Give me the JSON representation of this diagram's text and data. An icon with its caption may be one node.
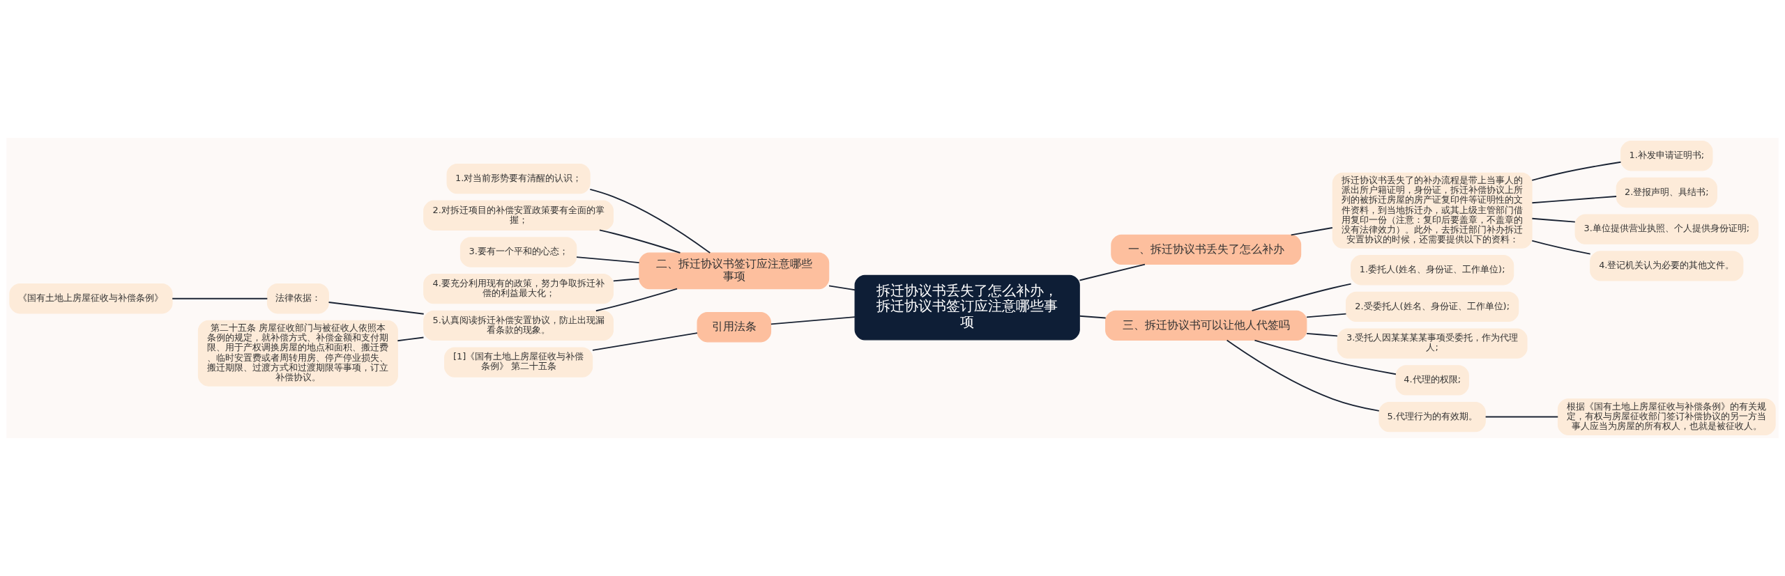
{
  "diagram": {
    "nodes": [
      {
        "text": [
          "拆迁协议书丢失了怎么补办，拆迁协议书签订应注意哪些事项"
        ]
      },
      {
        "text": [
          "一、拆迁协议书丢失了怎么补办"
        ]
      },
      {
        "text": [
          "拆迁协议书丢失了的补办流程是带上当事人的派出所户籍证明，身份证，拆迁补偿协议上所列的被拆迁房屋的房产证复印件等证明性的文件资料，到当地拆迁办，或其上级主管部门借用复印一份（注意：复印后要盖章，不盖章的没有法律效力）。此外，去拆迁部门补办拆迁安置协议的时候，还需要提供以下的资料："
        ]
      },
      {
        "text": [
          "1.补发申请证明书;"
        ]
      },
      {
        "text": [
          "2.登报声明、具结书;"
        ]
      },
      {
        "text": [
          "3.单位提供营业执照、个人提供身份证明;"
        ]
      },
      {
        "text": [
          "4.登记机关认为必要的其他文件。"
        ]
      },
      {
        "text": [
          "二、拆迁协议书签订应注意哪些事项"
        ]
      },
      {
        "text": [
          "1.对当前形势要有清醒的认识；"
        ]
      },
      {
        "text": [
          "2.对拆迁项目的补偿安置政策要有全面的掌握；"
        ]
      },
      {
        "text": [
          "3.要有一个平和的心态；"
        ]
      },
      {
        "text": [
          "4.要充分利用现有的政策，努力争取拆迁补偿的利益最大化；"
        ]
      },
      {
        "text": [
          "5.认真阅读拆迁补偿安置协议，防止出现漏看条款的现象。"
        ]
      },
      {
        "text": [
          "法律依据："
        ]
      },
      {
        "text": [
          "《国有土地上房屋征收与补偿条例》"
        ]
      },
      {
        "text": [
          "第二十五条 房屋征收部门与被征收人依照本条例的规定，就补偿方式、补偿金额和支付期限、用于产权调换房屋的地点和面积、搬迁费、临时安置费或者周转用房、停产停业损失、搬迁期限、过渡方式和过渡期限等事项，订立补偿协议。"
        ]
      },
      {
        "text": [
          "三、拆迁协议书可以让他人代签吗"
        ]
      },
      {
        "text": [
          "1.委托人(姓名、身份证、工作单位);"
        ]
      },
      {
        "text": [
          "2.受委托人(姓名、身份证、工作单位);"
        ]
      },
      {
        "text": [
          "3.受托人因某某某某事项受委托，作为代理人;"
        ]
      },
      {
        "text": [
          "4.代理的权限;"
        ]
      },
      {
        "text": [
          "5.代理行为的有效期。"
        ]
      },
      {
        "text": [
          "根据《国有土地上房屋征收与补偿条例》的有关规定，有权与房屋征收部门签订补偿协议的另一方当事人应当为房屋的所有权人，也就是被征收人。"
        ]
      },
      {
        "text": [
          "引用法条"
        ]
      },
      {
        "text": [
          "[1]《国有土地上房屋征收与补偿条例》 第二十五条"
        ]
      }
    ],
    "edges": [
      {
        "from": 0,
        "to": 1,
        "arrow": "none"
      },
      {
        "from": 1,
        "to": 2,
        "arrow": "none"
      },
      {
        "from": 2,
        "to": 3,
        "arrow": "none"
      },
      {
        "from": 2,
        "to": 4,
        "arrow": "none"
      },
      {
        "from": 2,
        "to": 5,
        "arrow": "none"
      },
      {
        "from": 2,
        "to": 6,
        "arrow": "none"
      },
      {
        "from": 0,
        "to": 7,
        "arrow": "none"
      },
      {
        "from": 7,
        "to": 8,
        "arrow": "none"
      },
      {
        "from": 7,
        "to": 9,
        "arrow": "none"
      },
      {
        "from": 7,
        "to": 10,
        "arrow": "none"
      },
      {
        "from": 7,
        "to": 11,
        "arrow": "none"
      },
      {
        "from": 7,
        "to": 12,
        "arrow": "none"
      },
      {
        "from": 12,
        "to": 13,
        "arrow": "none"
      },
      {
        "from": 13,
        "to": 14,
        "arrow": "none"
      },
      {
        "from": 12,
        "to": 15,
        "arrow": "none"
      },
      {
        "from": 0,
        "to": 16,
        "arrow": "none"
      },
      {
        "from": 16,
        "to": 17,
        "arrow": "none"
      },
      {
        "from": 16,
        "to": 18,
        "arrow": "none"
      },
      {
        "from": 16,
        "to": 19,
        "arrow": "none"
      },
      {
        "from": 16,
        "to": 20,
        "arrow": "none"
      },
      {
        "from": 16,
        "to": 21,
        "arrow": "none"
      },
      {
        "from": 21,
        "to": 22,
        "arrow": "none"
      },
      {
        "from": 0,
        "to": 23,
        "arrow": "none"
      },
      {
        "from": 23,
        "to": 24,
        "arrow": "none"
      }
    ]
  }
}
